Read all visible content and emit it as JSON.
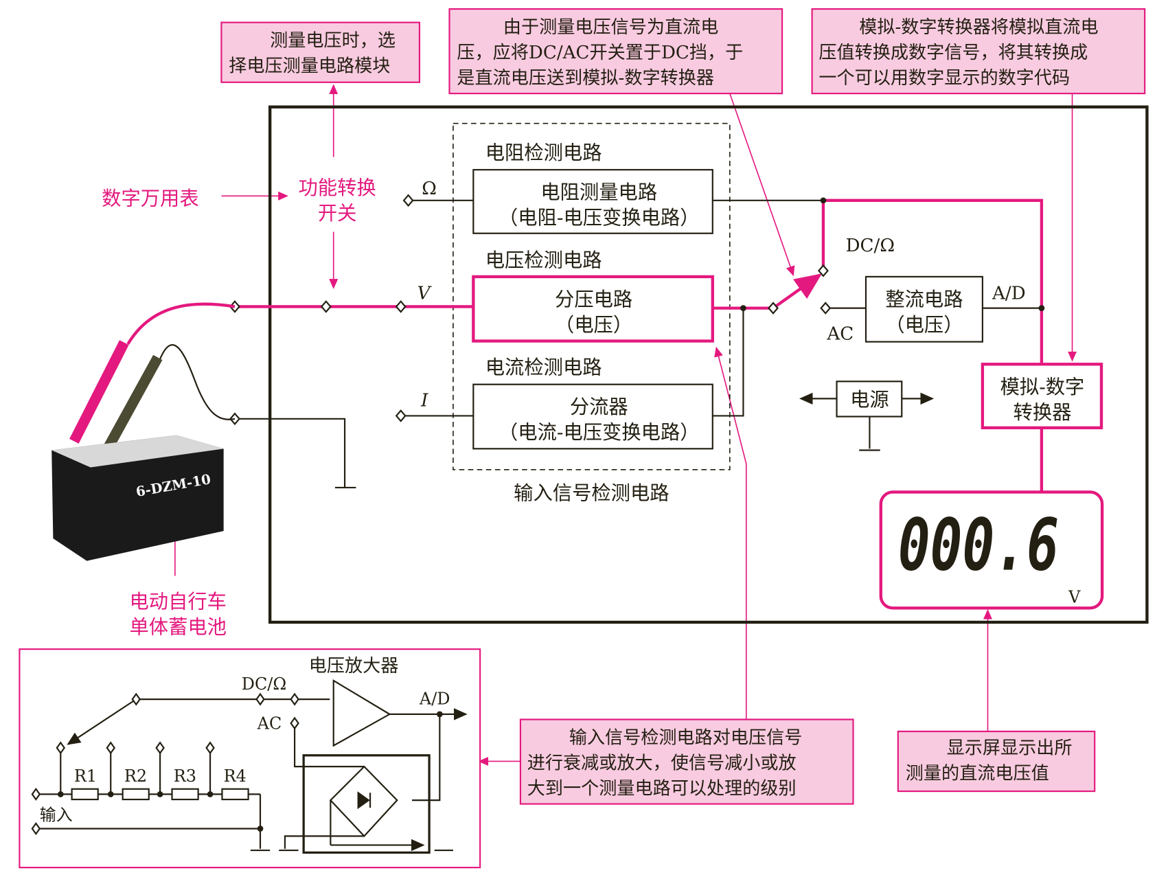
{
  "callouts": {
    "function_switch_note": [
      "测量电压时，选",
      "择电压测量电路模块"
    ],
    "dc_switch_note": [
      "由于测量电压信号为直流电",
      "压，应将DC/AC开关置于DC挡，于",
      "是直流电压送到模拟-数字转换器"
    ],
    "adc_note": [
      "模拟-数字转换器将模拟直流电",
      "压值转换成数字信号，将其转换成",
      "一个可以用数字显示的数字代码"
    ],
    "input_detect_note": [
      "输入信号检测电路对电压信号",
      "进行衰减或放大，使信号减小或放",
      "大到一个测量电路可以处理的级别"
    ],
    "display_note": [
      "显示屏显示出所",
      "测量的直流电压值"
    ]
  },
  "labels": {
    "multimeter": "数字万用表",
    "function_switch": [
      "功能转换",
      "开关"
    ],
    "battery": [
      "电动自行车",
      "单体蓄电池"
    ],
    "battery_model": "6-DZM-10",
    "omega": "Ω",
    "v": "V",
    "i": "I",
    "dc_omega": "DC/Ω",
    "ac": "AC",
    "ad": "A/D",
    "input_detect_circuit": "输入信号检测电路"
  },
  "blocks": {
    "resistance": {
      "title": "电阻检测电路",
      "line1": "电阻测量电路",
      "line2": "（电阻-电压变换电路）"
    },
    "voltage": {
      "title": "电压检测电路",
      "line1": "分压电路",
      "line2": "（电压）"
    },
    "current": {
      "title": "电流检测电路",
      "line1": "分流器",
      "line2": "（电流-电压变换电路）"
    },
    "rectifier": {
      "line1": "整流电路",
      "line2": "（电压）"
    },
    "power": "电源",
    "adc": [
      "模拟-数字",
      "转换器"
    ]
  },
  "display": {
    "value": "000.6",
    "unit": "V"
  },
  "inset": {
    "amplifier": "电压放大器",
    "dc_omega": "DC/Ω",
    "ac": "AC",
    "ad": "A/D",
    "input": "输入",
    "resistors": [
      "R1",
      "R2",
      "R3",
      "R4"
    ]
  },
  "colors": {
    "accent": "#e4197f",
    "callout_fill": "#f8cbe0",
    "line": "#231f12"
  }
}
